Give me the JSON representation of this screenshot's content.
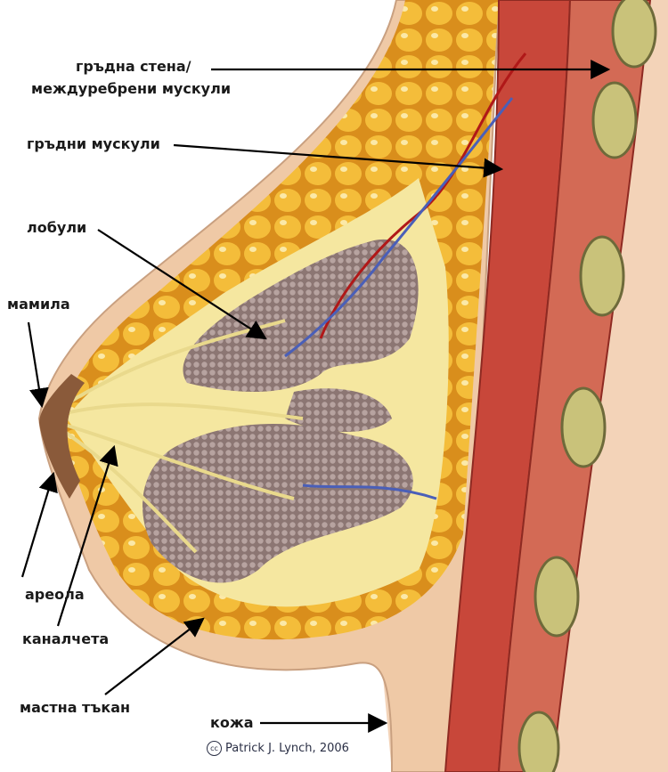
{
  "labels": {
    "chest_wall_line1": "гръдна стена/",
    "chest_wall_line2": "междуребрени мускули",
    "pectoral_muscles": "гръдни мускули",
    "lobules": "лобули",
    "nipple": "мамила",
    "areola": "ареола",
    "ducts": "каналчета",
    "fat_tissue": "мастна тъкан",
    "skin": "кожа"
  },
  "credit": {
    "cc": "cc",
    "text": "Patrick J. Lynch, 2006"
  },
  "colors": {
    "skin": "#f3d3b8",
    "muscle": "#c8473a",
    "fat": "#f2b63a",
    "gland": "#f5e7a0",
    "lobule": "#8e7a78",
    "rib": "#c9c27a",
    "artery": "#b01818",
    "vein": "#4a5fb8"
  }
}
